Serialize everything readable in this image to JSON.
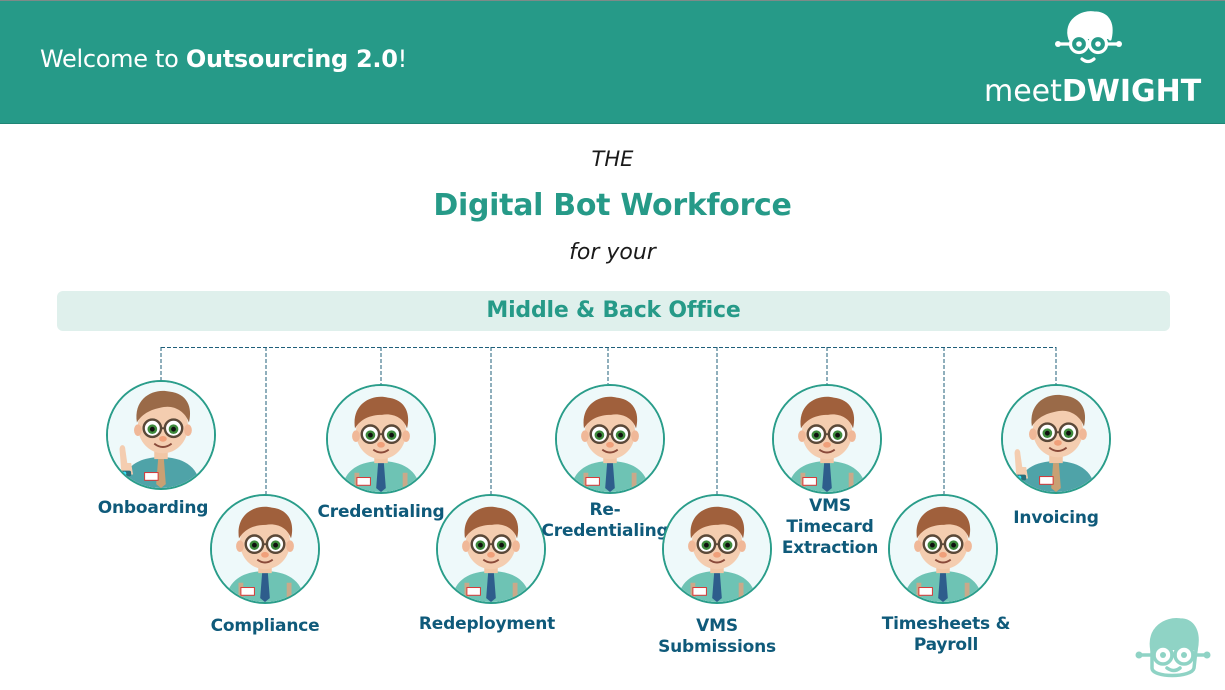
{
  "header": {
    "title_prefix": "Welcome to ",
    "title_bold": "Outsourcing 2.0",
    "title_suffix": "!",
    "background": "#269a88",
    "logo": {
      "icon": "dwight-face-icon",
      "text_light": "meet",
      "text_bold": "DWIGHT"
    }
  },
  "hero": {
    "line1": "THE",
    "headline": "Digital Bot Workforce",
    "line3": "for your",
    "band_label": "Middle & Back Office",
    "accent_color": "#269a88",
    "band_color": "#dff0ec"
  },
  "bots": [
    {
      "label_lines": [
        "Onboarding"
      ],
      "pose": "pointing"
    },
    {
      "label_lines": [
        "Compliance"
      ],
      "pose": "standard"
    },
    {
      "label_lines": [
        "Credentialing"
      ],
      "pose": "standard"
    },
    {
      "label_lines": [
        "Redeployment"
      ],
      "pose": "standard"
    },
    {
      "label_lines": [
        "Re-",
        "Credentialing"
      ],
      "pose": "standard"
    },
    {
      "label_lines": [
        "VMS",
        "Submissions"
      ],
      "pose": "standard"
    },
    {
      "label_lines": [
        "VMS",
        "Timecard",
        "Extraction"
      ],
      "pose": "standard"
    },
    {
      "label_lines": [
        "Timesheets &",
        "Payroll"
      ],
      "pose": "standard"
    },
    {
      "label_lines": [
        "Invoicing"
      ],
      "pose": "pointing"
    }
  ],
  "bot_label_color": "#0f5a7a",
  "connector_color": "#1f5f7a",
  "footer": {
    "corner_icon": "dwight-face-icon"
  }
}
